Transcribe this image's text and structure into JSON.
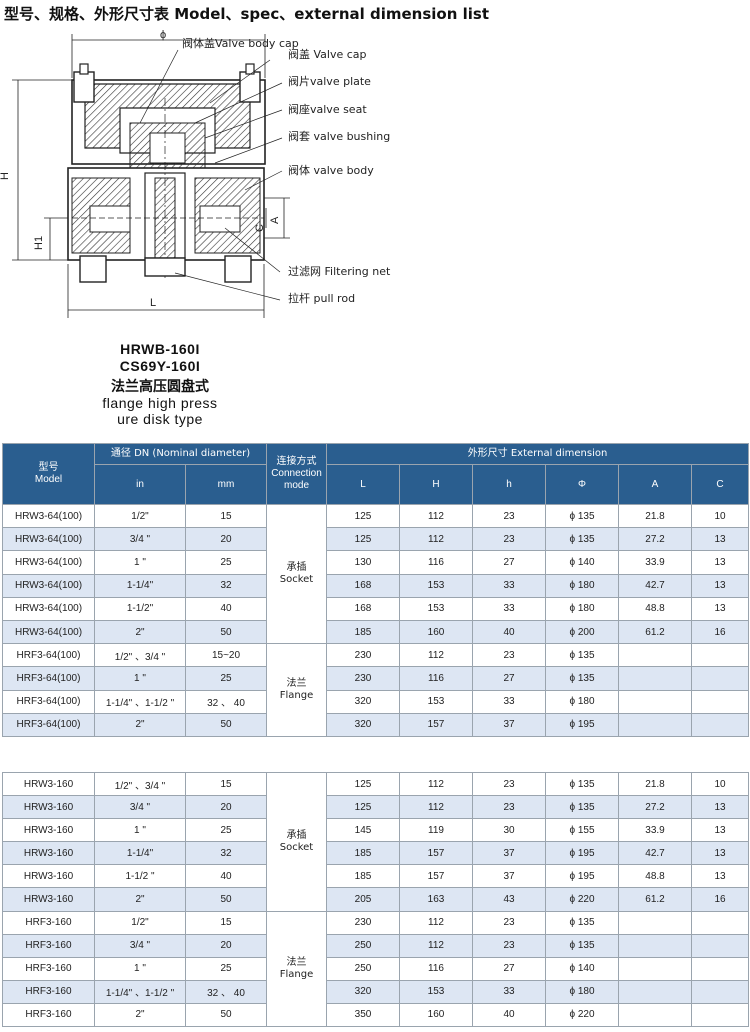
{
  "page": {
    "title": "型号、规格、外形尺寸表  Model、spec、external dimension list"
  },
  "drawing": {
    "parts": {
      "valve_body_cap": "阀体盖Valve body cap",
      "valve_cap": "阀盖 Valve cap",
      "valve_plate": "阀片valve plate",
      "valve_seat": "阀座valve seat",
      "valve_bushing": "阀套 valve bushing",
      "valve_body": "阀体 valve body",
      "filtering_net": "过滤网 Filtering net",
      "pull_rod": "拉杆 pull rod"
    },
    "dims": {
      "phi": "ϕ",
      "H": "H",
      "H1": "H1",
      "A": "A",
      "C": "C",
      "L": "L"
    }
  },
  "caption": {
    "model1": "HRWB-160I",
    "model2": "CS69Y-160I",
    "cn": "法兰高压圆盘式",
    "en1": "flange high press",
    "en2": "ure disk type"
  },
  "headers": {
    "model_cn": "型号",
    "model_en": "Model",
    "dn": "通径 DN  (Nominal diameter)",
    "in": "in",
    "mm": "mm",
    "conn_cn": "连接方式",
    "conn_en1": "Connection",
    "conn_en2": "mode",
    "ext": "外形尺寸 External dimension",
    "L": "L",
    "H": "H",
    "h": "h",
    "phi": "Φ",
    "A": "A",
    "C": "C"
  },
  "table1": {
    "groups": [
      {
        "cn": "承插",
        "en": "Socket"
      },
      {
        "cn": "法兰",
        "en": "Flange"
      }
    ],
    "rows": [
      {
        "model": "HRW3-64(100)",
        "in": "1/2\"",
        "mm": "15",
        "L": "125",
        "H": "112",
        "h": "23",
        "phi": "ϕ 135",
        "A": "21.8",
        "C": "10"
      },
      {
        "model": "HRW3-64(100)",
        "in": "3/4 \"",
        "mm": "20",
        "L": "125",
        "H": "112",
        "h": "23",
        "phi": "ϕ 135",
        "A": "27.2",
        "C": "13"
      },
      {
        "model": "HRW3-64(100)",
        "in": "1 \"",
        "mm": "25",
        "L": "130",
        "H": "116",
        "h": "27",
        "phi": "ϕ 140",
        "A": "33.9",
        "C": "13"
      },
      {
        "model": "HRW3-64(100)",
        "in": "1-1/4\"",
        "mm": "32",
        "L": "168",
        "H": "153",
        "h": "33",
        "phi": "ϕ 180",
        "A": "42.7",
        "C": "13"
      },
      {
        "model": "HRW3-64(100)",
        "in": "1-1/2\"",
        "mm": "40",
        "L": "168",
        "H": "153",
        "h": "33",
        "phi": "ϕ 180",
        "A": "48.8",
        "C": "13"
      },
      {
        "model": "HRW3-64(100)",
        "in": "2\"",
        "mm": "50",
        "L": "185",
        "H": "160",
        "h": "40",
        "phi": "ϕ 200",
        "A": "61.2",
        "C": "16"
      },
      {
        "model": "HRF3-64(100)",
        "in": "1/2\" 、3/4 \"",
        "mm": "15~20",
        "L": "230",
        "H": "112",
        "h": "23",
        "phi": "ϕ 135",
        "A": "",
        "C": ""
      },
      {
        "model": "HRF3-64(100)",
        "in": "1 \"",
        "mm": "25",
        "L": "230",
        "H": "116",
        "h": "27",
        "phi": "ϕ 135",
        "A": "",
        "C": ""
      },
      {
        "model": "HRF3-64(100)",
        "in": "1-1/4\" 、1-1/2 \"",
        "mm": "32 、 40",
        "L": "320",
        "H": "153",
        "h": "33",
        "phi": "ϕ 180",
        "A": "",
        "C": ""
      },
      {
        "model": "HRF3-64(100)",
        "in": "2\"",
        "mm": "50",
        "L": "320",
        "H": "157",
        "h": "37",
        "phi": "ϕ 195",
        "A": "",
        "C": ""
      }
    ]
  },
  "table2": {
    "groups": [
      {
        "cn": "承插",
        "en": "Socket"
      },
      {
        "cn": "法兰",
        "en": "Flange"
      }
    ],
    "rows": [
      {
        "model": "HRW3-160",
        "in": "1/2\" 、3/4 \"",
        "mm": "15",
        "L": "125",
        "H": "112",
        "h": "23",
        "phi": "ϕ 135",
        "A": "21.8",
        "C": "10"
      },
      {
        "model": "HRW3-160",
        "in": "3/4 \"",
        "mm": "20",
        "L": "125",
        "H": "112",
        "h": "23",
        "phi": "ϕ 135",
        "A": "27.2",
        "C": "13"
      },
      {
        "model": "HRW3-160",
        "in": "1 \"",
        "mm": "25",
        "L": "145",
        "H": "119",
        "h": "30",
        "phi": "ϕ 155",
        "A": "33.9",
        "C": "13"
      },
      {
        "model": "HRW3-160",
        "in": "1-1/4\"",
        "mm": "32",
        "L": "185",
        "H": "157",
        "h": "37",
        "phi": "ϕ 195",
        "A": "42.7",
        "C": "13"
      },
      {
        "model": "HRW3-160",
        "in": "1-1/2 \"",
        "mm": "40",
        "L": "185",
        "H": "157",
        "h": "37",
        "phi": "ϕ 195",
        "A": "48.8",
        "C": "13"
      },
      {
        "model": "HRW3-160",
        "in": "2\"",
        "mm": "50",
        "L": "205",
        "H": "163",
        "h": "43",
        "phi": "ϕ 220",
        "A": "61.2",
        "C": "16"
      },
      {
        "model": "HRF3-160",
        "in": "1/2\"",
        "mm": "15",
        "L": "230",
        "H": "112",
        "h": "23",
        "phi": "ϕ 135",
        "A": "",
        "C": ""
      },
      {
        "model": "HRF3-160",
        "in": "3/4 \"",
        "mm": "20",
        "L": "250",
        "H": "112",
        "h": "23",
        "phi": "ϕ 135",
        "A": "",
        "C": ""
      },
      {
        "model": "HRF3-160",
        "in": "1 \"",
        "mm": "25",
        "L": "250",
        "H": "116",
        "h": "27",
        "phi": "ϕ 140",
        "A": "",
        "C": ""
      },
      {
        "model": "HRF3-160",
        "in": "1-1/4\" 、1-1/2 \"",
        "mm": "32 、 40",
        "L": "320",
        "H": "153",
        "h": "33",
        "phi": "ϕ 180",
        "A": "",
        "C": ""
      },
      {
        "model": "HRF3-160",
        "in": "2\"",
        "mm": "50",
        "L": "350",
        "H": "160",
        "h": "40",
        "phi": "ϕ 220",
        "A": "",
        "C": ""
      }
    ]
  }
}
